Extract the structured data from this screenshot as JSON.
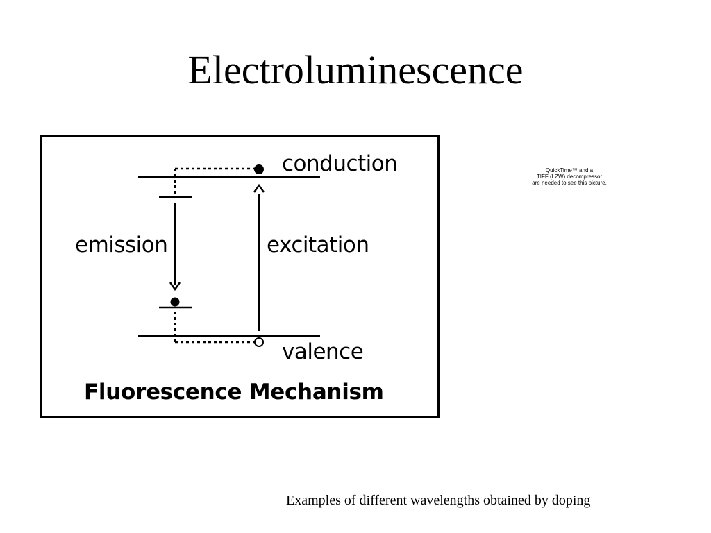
{
  "slide": {
    "title": "Electroluminescence",
    "caption": "Examples of different wavelengths obtained by doping"
  },
  "diagram": {
    "labels": {
      "conduction": "conduction",
      "valence": "valence",
      "emission": "emission",
      "excitation": "excitation"
    },
    "caption": "Fluorescence Mechanism"
  },
  "image_placeholder": {
    "lines": [
      "QuickTime™ and a",
      "TIFF (LZW) decompressor",
      "are needed to see this picture."
    ]
  }
}
